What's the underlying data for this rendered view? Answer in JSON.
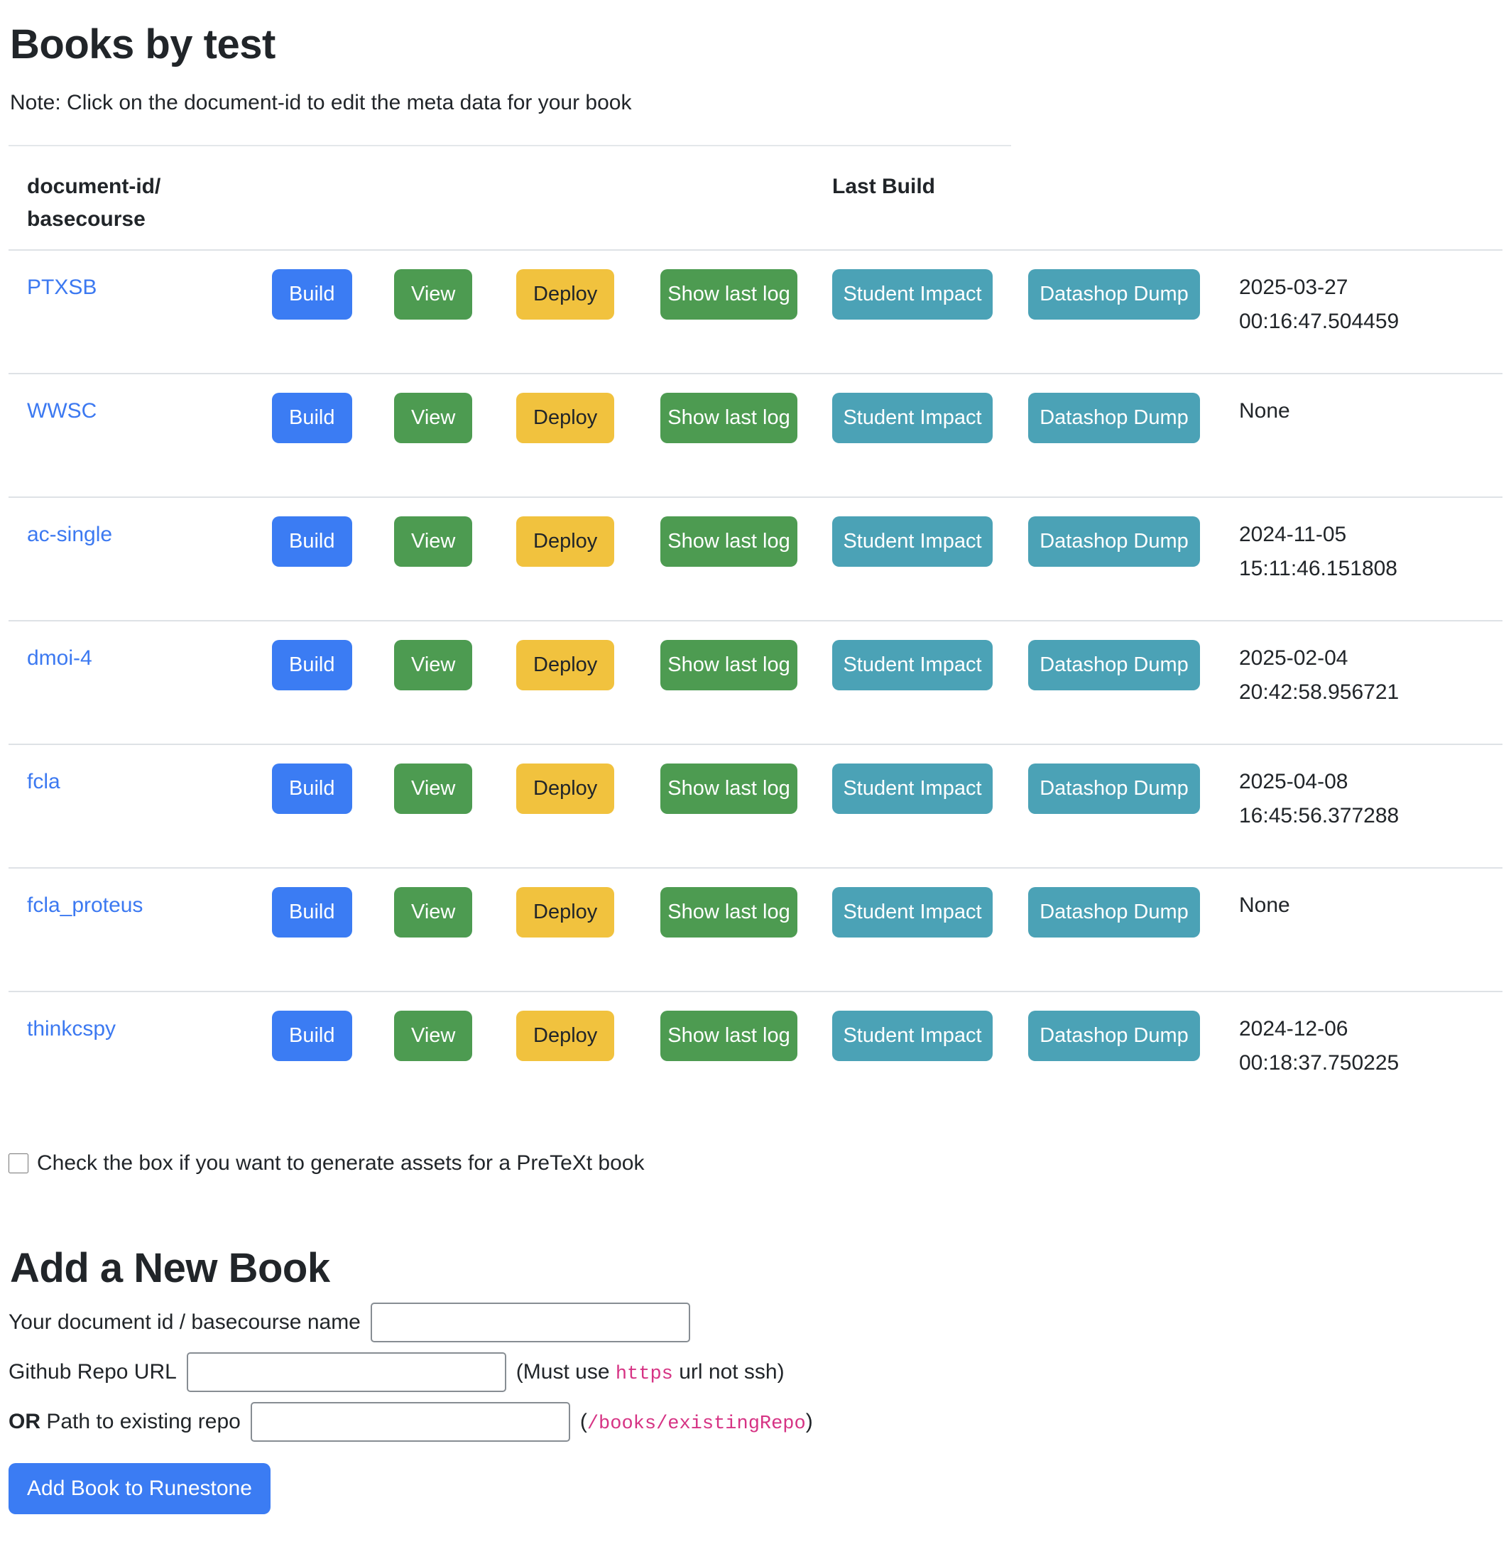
{
  "page": {
    "title": "Books by test",
    "note": "Note: Click on the document-id to edit the meta data for your book"
  },
  "table": {
    "headers": {
      "col1_line1": "document-id/",
      "col1_line2": "basecourse",
      "last_build": "Last Build"
    },
    "actions": {
      "build": "Build",
      "view": "View",
      "deploy": "Deploy",
      "show_log": "Show last log",
      "student_impact": "Student Impact",
      "datashop": "Datashop Dump"
    },
    "books": [
      {
        "id": "PTXSB",
        "last_build": "2025-03-27 00:16:47.504459"
      },
      {
        "id": "WWSC",
        "last_build": "None"
      },
      {
        "id": "ac-single",
        "last_build": "2024-11-05 15:11:46.151808"
      },
      {
        "id": "dmoi-4",
        "last_build": "2025-02-04 20:42:58.956721"
      },
      {
        "id": "fcla",
        "last_build": "2025-04-08 16:45:56.377288"
      },
      {
        "id": "fcla_proteus",
        "last_build": "None"
      },
      {
        "id": "thinkcspy",
        "last_build": "2024-12-06 00:18:37.750225"
      }
    ]
  },
  "assets_checkbox": {
    "label": "Check the box if you want to generate assets for a PreTeXt book",
    "checked": false
  },
  "add_book": {
    "heading": "Add a New Book",
    "doc_id_label": "Your document id / basecourse name",
    "repo_label": "Github Repo URL",
    "repo_hint_prefix": "(Must use",
    "repo_hint_code": "https",
    "repo_hint_suffix": "url not ssh)",
    "path_label_bold": "OR",
    "path_label_rest": "Path to existing repo",
    "path_hint_prefix": "(",
    "path_hint_code": "/books/existingRepo",
    "path_hint_suffix": ")",
    "submit_label": "Add Book to Runestone",
    "inputs": {
      "doc_id_value": "",
      "doc_id_placeholder": "",
      "repo_value": "",
      "repo_placeholder": "",
      "path_value": "",
      "path_placeholder": ""
    }
  },
  "colors": {
    "primary_blue": "#3b7cf3",
    "green": "#4d9b51",
    "yellow": "#f1c23e",
    "teal": "#4ba2b6",
    "link_blue": "#3c79f1",
    "code_pink": "#d63384",
    "divider": "#dee2e6",
    "text": "#212529"
  }
}
